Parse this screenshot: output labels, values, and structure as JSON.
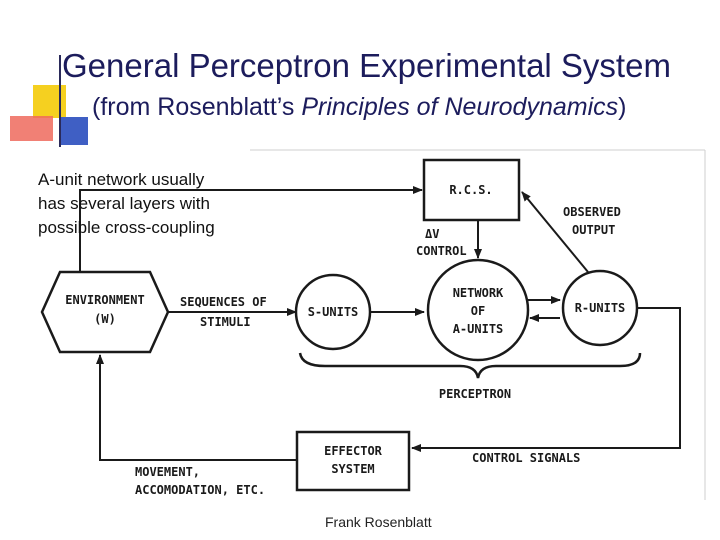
{
  "title": {
    "line1": "General Perceptron Experimental System",
    "line2_prefix": "(from Rosenblatt’s ",
    "line2_italic": "Principles of Neurodynamics",
    "line2_suffix": ")"
  },
  "note": {
    "line1": "A-unit network usually",
    "line2": "has several layers with",
    "line3": "possible cross-coupling"
  },
  "credit": "Frank Rosenblatt",
  "diagram": {
    "environment": {
      "line1": "ENVIRONMENT",
      "line2": "(W)"
    },
    "sequences": {
      "line1": "SEQUENCES OF",
      "line2": "STIMULI"
    },
    "s_units": "S-UNITS",
    "network": {
      "line1": "NETWORK",
      "line2": "OF",
      "line3": "A-UNITS"
    },
    "r_units": "R-UNITS",
    "rcs": "R.C.S.",
    "delta_v": {
      "line1": "ΔV",
      "line2": "CONTROL"
    },
    "observed": {
      "line1": "OBSERVED",
      "line2": "OUTPUT"
    },
    "perceptron": "PERCEPTRON",
    "effector": {
      "line1": "EFFECTOR",
      "line2": "SYSTEM"
    },
    "control_signals": "CONTROL SIGNALS",
    "movement": {
      "line1": "MOVEMENT,",
      "line2": "ACCOMODATION, ETC."
    }
  },
  "colors": {
    "accent_yellow": "#f5d020",
    "accent_red": "#e8453c",
    "accent_blue": "#3f5fc4",
    "title_color": "#1c1c5c",
    "diagram_ink": "#1a1a1a"
  }
}
